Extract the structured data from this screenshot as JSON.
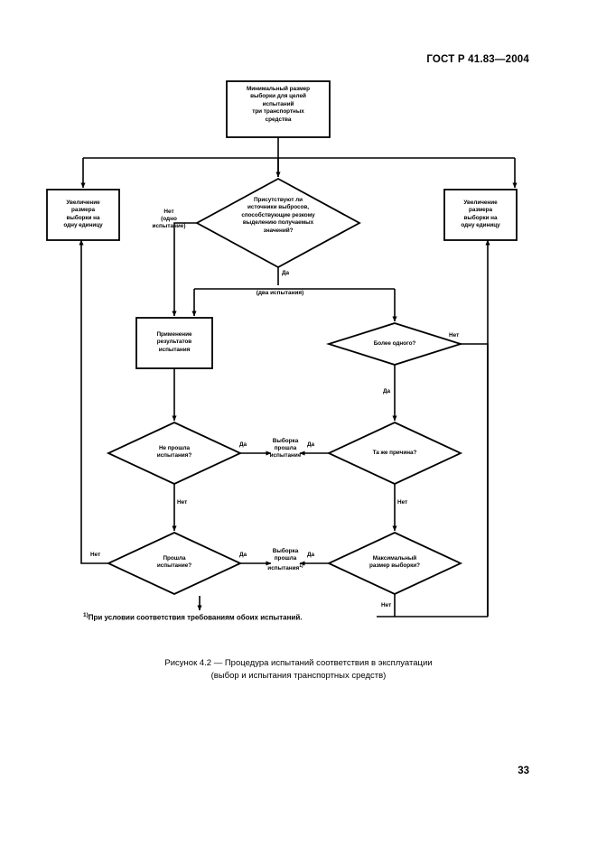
{
  "document": {
    "header": "ГОСТ Р 41.83—2004",
    "page_number": "33",
    "figure_caption_line1": "Рисунок 4.2 — Процедура испытаний соответствия в эксплуатации",
    "figure_caption_line2": "(выбор и испытания транспортных средств)",
    "footnote_marker": "1)",
    "footnote_text": "При условии соответствия требованиям обоих испытаний."
  },
  "flowchart": {
    "type": "flowchart",
    "nodes": [
      {
        "id": "start",
        "shape": "rect",
        "text": "Минимальный размер выборки для целей испытаний три транспортных средства",
        "lines": [
          "Минимальный размер",
          "выборки для целей",
          "испытаний",
          "три транспортных",
          "средства"
        ]
      },
      {
        "id": "emission-sources",
        "shape": "diamond",
        "text": "Присутствуют ли источники выбросов, способствующие резкому выделению получаемых значений?",
        "lines": [
          "Присутствуют ли",
          "источники выбросов,",
          "способствующие резкому",
          "выделению получаемых",
          "значений?"
        ]
      },
      {
        "id": "increase-left",
        "shape": "rect",
        "text": "Увеличение размера выборки на одну единицу",
        "lines": [
          "Увеличение",
          "размера",
          "выборки на",
          "одну единицу"
        ]
      },
      {
        "id": "increase-right",
        "shape": "rect",
        "text": "Увеличение размера выборки на одну единицу",
        "lines": [
          "Увеличение",
          "размера",
          "выборки на",
          "одну единицу"
        ]
      },
      {
        "id": "apply-results",
        "shape": "rect",
        "text": "Применение результатов испытания",
        "lines": [
          "Применение",
          "результатов",
          "испытания"
        ]
      },
      {
        "id": "more-than-one",
        "shape": "diamond",
        "text": "Более одного?",
        "lines": [
          "Более одного?"
        ]
      },
      {
        "id": "failed-test",
        "shape": "diamond",
        "text": "Не прошла испытания?",
        "lines": [
          "Не прошла",
          "испытания?"
        ]
      },
      {
        "id": "same-reason",
        "shape": "diamond",
        "text": "Та же причина?",
        "lines": [
          "Та же причина?"
        ]
      },
      {
        "id": "passed-test",
        "shape": "diamond",
        "text": "Прошла испытание?",
        "lines": [
          "Прошла",
          "испытание?"
        ]
      },
      {
        "id": "max-sample-size",
        "shape": "diamond",
        "text": "Максимальный размер выборки?",
        "lines": [
          "Максимальный",
          "размер выборки?"
        ]
      }
    ],
    "terminals": [
      {
        "id": "sample-passed-upper",
        "text": "Выборка прошла испытание",
        "lines": [
          "Выборка",
          "прошла",
          "испытание"
        ],
        "footnote": ""
      },
      {
        "id": "sample-passed-lower",
        "text": "Выборка прошла испытания",
        "lines": [
          "Выборка",
          "прошла",
          "испытания"
        ],
        "footnote": "1)"
      }
    ],
    "edge_labels": {
      "no_one_test": "Нет\n(одно\nиспытание)",
      "no_one_test_lines": [
        "Нет",
        "(одно",
        "испытание)"
      ],
      "yes": "Да",
      "yes_two_tests": "(два испытания)",
      "no": "Нет",
      "more_than_one_no": "Нет",
      "more_than_one_yes": "Да",
      "failed_test_yes": "Да",
      "failed_test_no": "Нет",
      "same_reason_yes": "Да",
      "same_reason_no": "Нет",
      "passed_test_yes": "Да",
      "passed_test_no": "Нет",
      "max_size_yes": "Да",
      "max_size_no": "Нет"
    },
    "colors": {
      "line": "#000000",
      "fill": "#ffffff",
      "text": "#000000"
    }
  }
}
